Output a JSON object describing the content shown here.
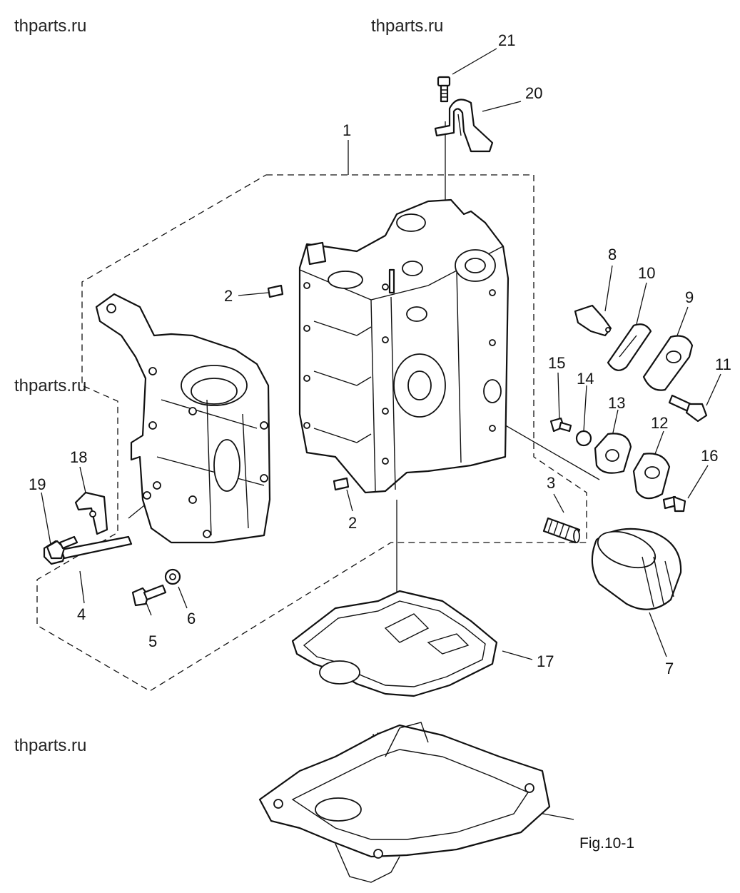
{
  "watermark": "thparts.ru",
  "figure_label": "Fig.10-1",
  "callouts": {
    "c1": "1",
    "c2a": "2",
    "c2b": "2",
    "c3": "3",
    "c4": "4",
    "c5": "5",
    "c6": "6",
    "c7": "7",
    "c8": "8",
    "c9": "9",
    "c10": "10",
    "c11": "11",
    "c12": "12",
    "c13": "13",
    "c14": "14",
    "c15": "15",
    "c16": "16",
    "c17": "17",
    "c18": "18",
    "c19": "19",
    "c20": "20",
    "c21": "21"
  }
}
